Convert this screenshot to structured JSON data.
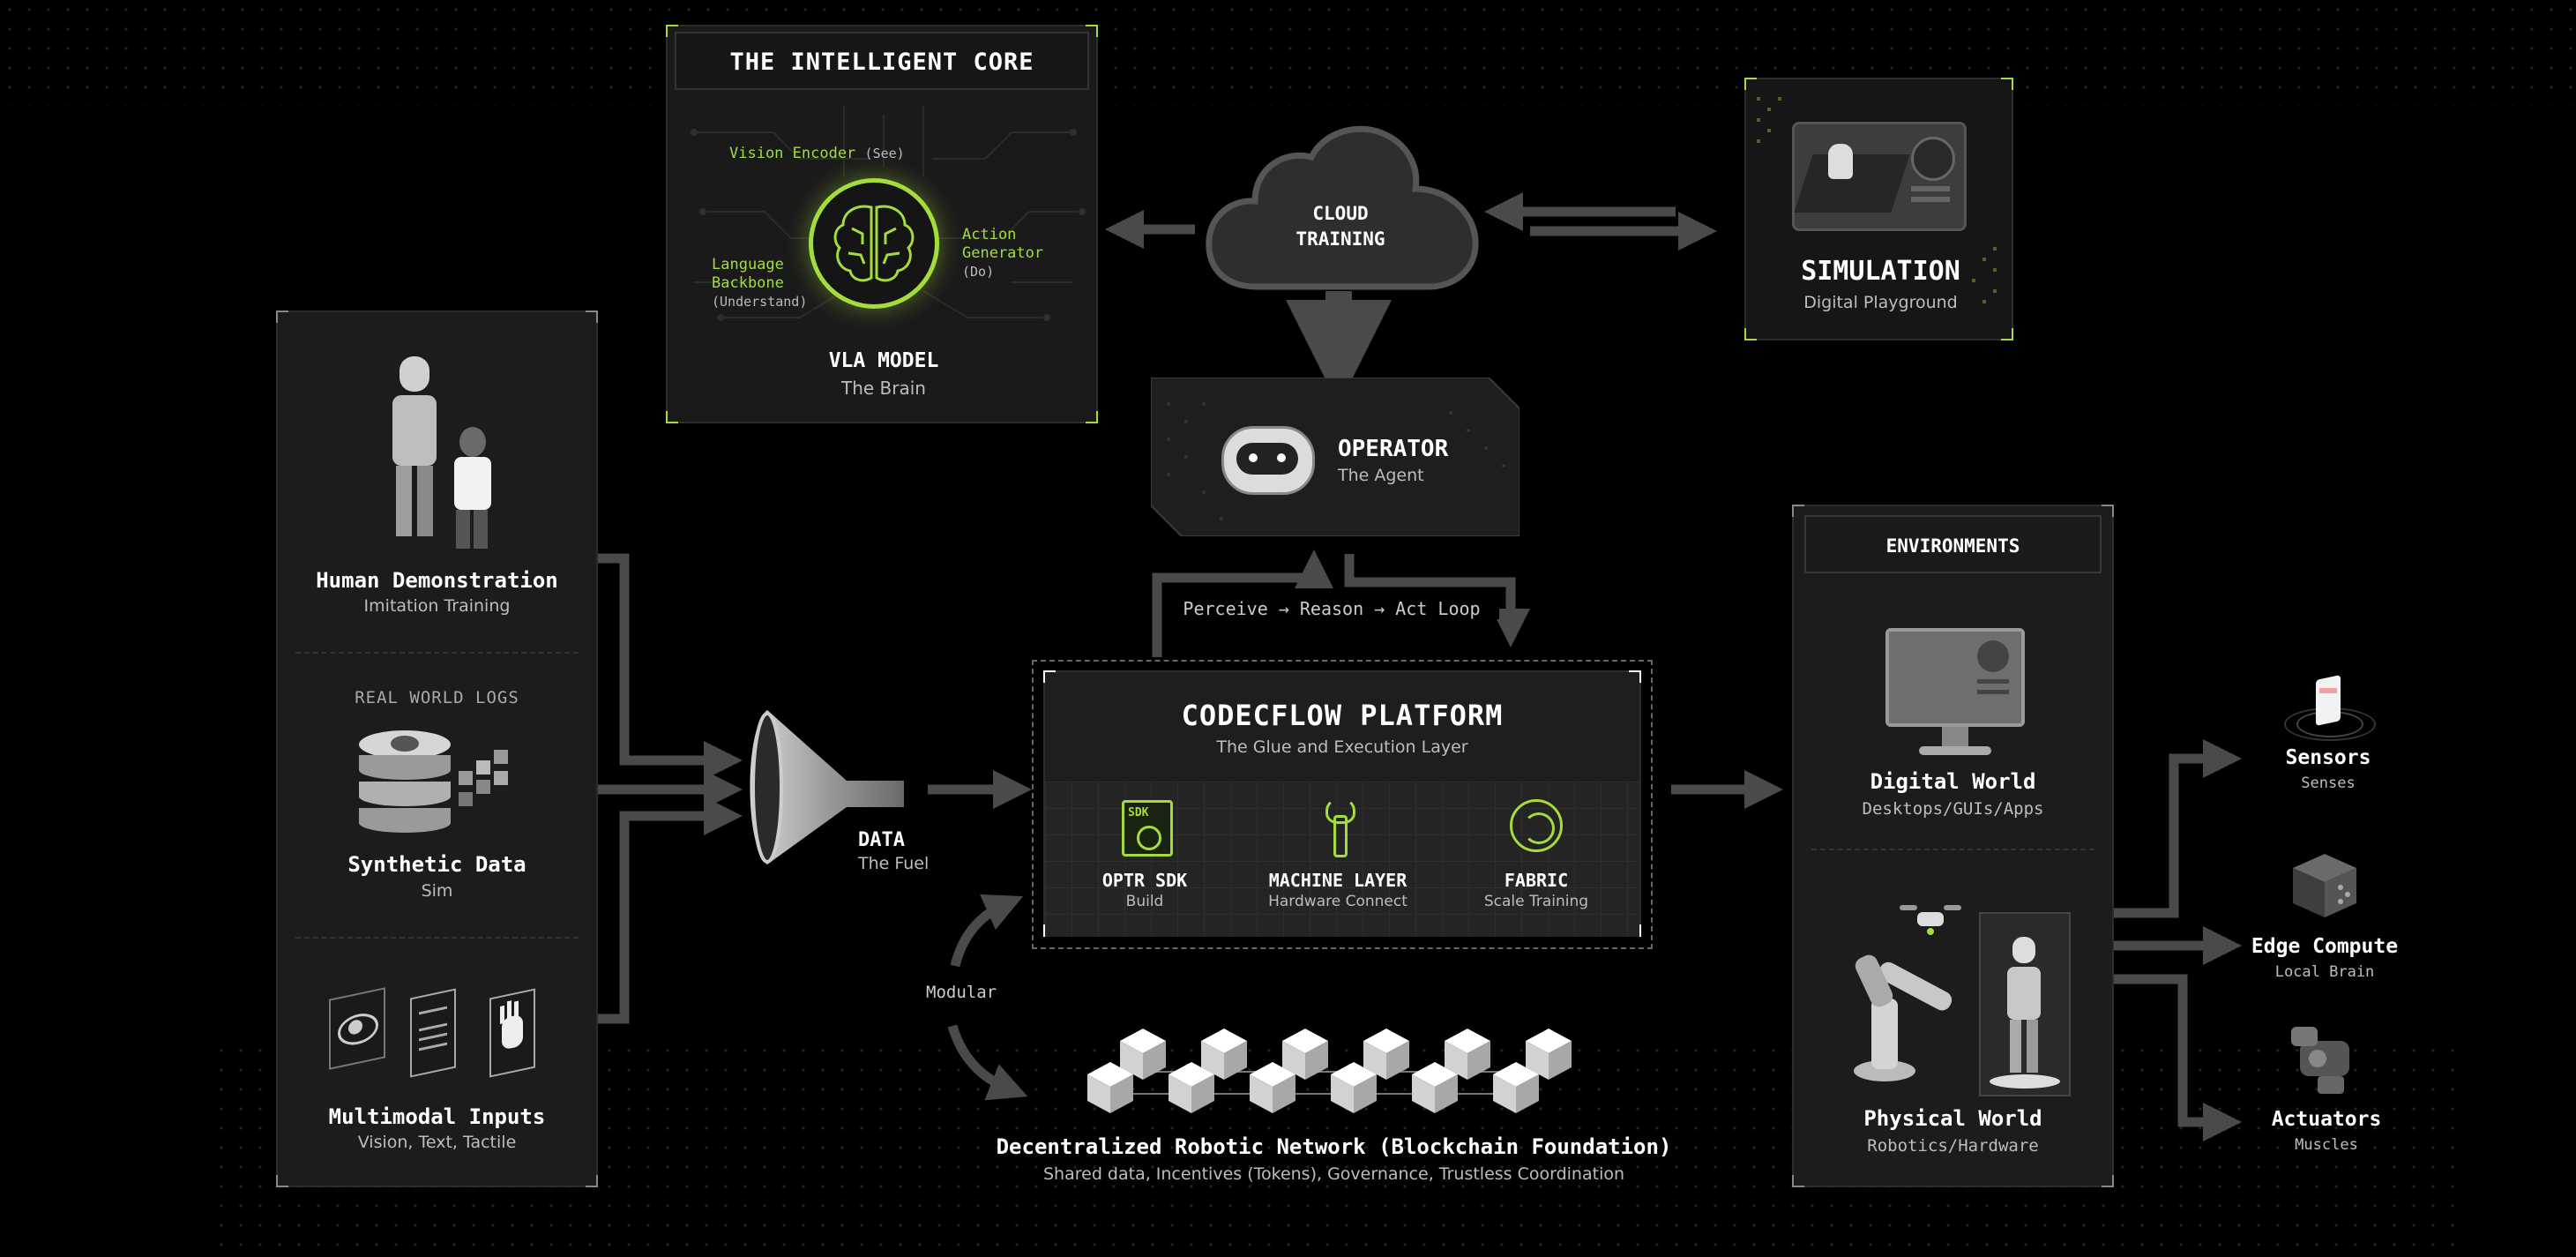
{
  "colors": {
    "accent": "#a4dc3c",
    "panel": "#1c1c1c",
    "arrow": "#4a4a4a",
    "text_sub": "#bdbdbd"
  },
  "intelligent_core": {
    "title": "THE INTELLIGENT CORE",
    "vision_encoder": "Vision Encoder",
    "vision_encoder_note": "(See)",
    "language_backbone_1": "Language",
    "language_backbone_2": "Backbone",
    "language_backbone_note": "(Understand)",
    "action_generator_1": "Action",
    "action_generator_2": "Generator",
    "action_generator_note": "(Do)",
    "model_title": "VLA MODEL",
    "model_sub": "The Brain"
  },
  "cloud": {
    "line1": "CLOUD",
    "line2": "TRAINING"
  },
  "simulation": {
    "title": "SIMULATION",
    "sub": "Digital Playground"
  },
  "operator": {
    "title": "OPERATOR",
    "sub": "The Agent"
  },
  "loop": {
    "text": "Perceive → Reason → Act Loop"
  },
  "data_sources": {
    "human": {
      "title": "Human Demonstration",
      "sub": "Imitation Training"
    },
    "synthetic": {
      "label": "REAL WORLD LOGS",
      "title": "Synthetic Data",
      "sub": "Sim"
    },
    "multimodal": {
      "title": "Multimodal Inputs",
      "sub": "Vision, Text, Tactile"
    }
  },
  "data": {
    "title": "DATA",
    "sub": "The Fuel"
  },
  "platform": {
    "title": "CODECFLOW PLATFORM",
    "sub": "The Glue and Execution Layer",
    "modules": [
      {
        "title": "OPTR SDK",
        "sub": "Build",
        "badge": "SDK"
      },
      {
        "title": "MACHINE LAYER",
        "sub": "Hardware Connect"
      },
      {
        "title": "FABRIC",
        "sub": "Scale Training"
      }
    ]
  },
  "modular": {
    "text": "Modular"
  },
  "network": {
    "title": "Decentralized Robotic Network (Blockchain Foundation)",
    "sub": "Shared data, Incentives (Tokens), Governance, Trustless Coordination"
  },
  "environments": {
    "title": "ENVIRONMENTS",
    "digital": {
      "title": "Digital World",
      "sub": "Desktops/GUIs/Apps"
    },
    "physical": {
      "title": "Physical World",
      "sub": "Robotics/Hardware"
    }
  },
  "outputs": [
    {
      "title": "Sensors",
      "sub": "Senses"
    },
    {
      "title": "Edge Compute",
      "sub": "Local Brain"
    },
    {
      "title": "Actuators",
      "sub": "Muscles"
    }
  ]
}
